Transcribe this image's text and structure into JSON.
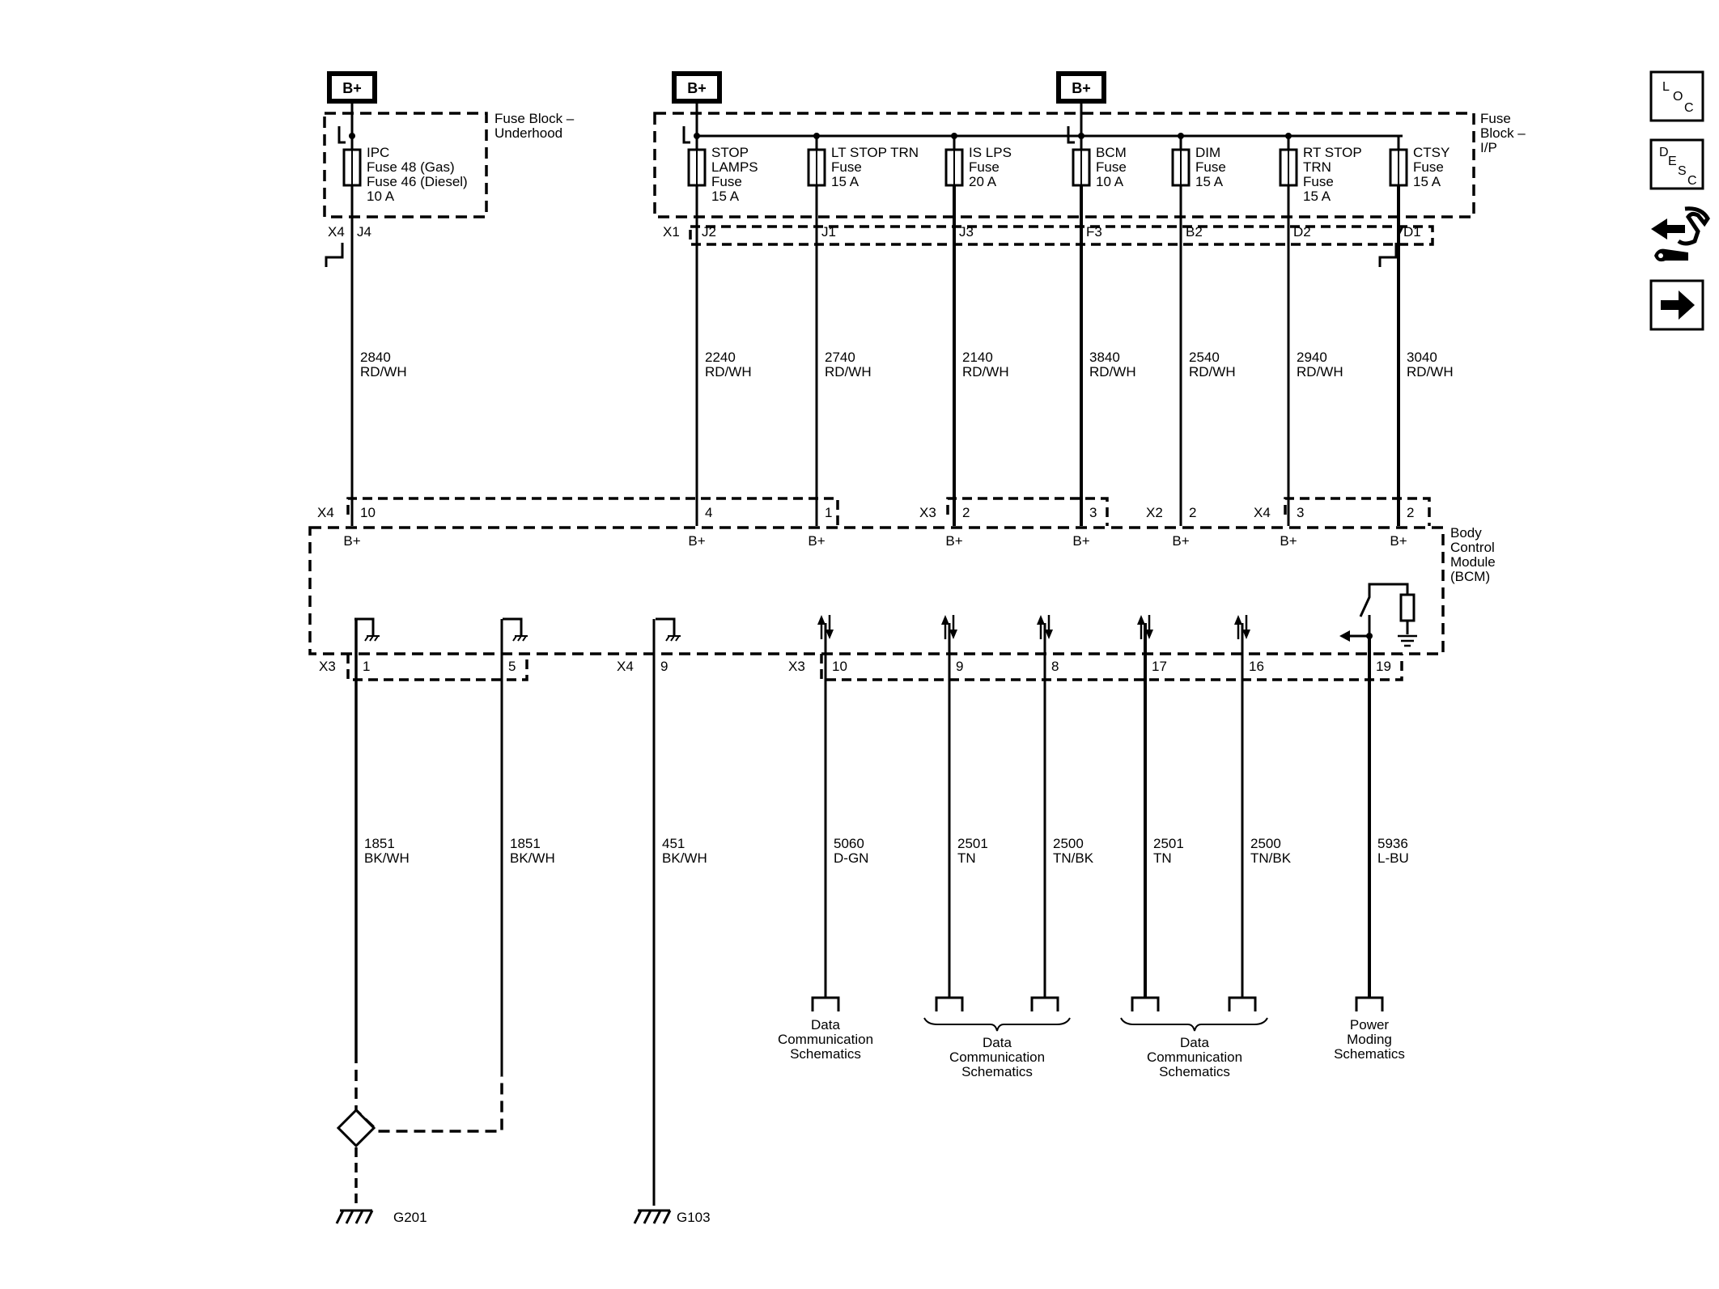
{
  "bplus": "B+",
  "fuse_block_underhood": [
    "Fuse Block –",
    "Underhood"
  ],
  "fuse_block_ip": [
    "Fuse",
    "Block –",
    "I/P"
  ],
  "fuses": [
    {
      "lines": [
        "IPC",
        "Fuse 48 (Gas)",
        "Fuse 46 (Diesel)",
        "10 A"
      ],
      "pin": "J4",
      "wire_num": "2840",
      "wire_color": "RD/WH",
      "bcm_conn": "X4",
      "bcm_pin": "10"
    },
    {
      "lines": [
        "STOP",
        "LAMPS",
        "Fuse",
        "15 A"
      ],
      "pin": "J2",
      "wire_num": "2240",
      "wire_color": "RD/WH",
      "bcm_conn": "",
      "bcm_pin": "4"
    },
    {
      "lines": [
        "LT STOP TRN",
        "Fuse",
        "15 A"
      ],
      "pin": "J1",
      "wire_num": "2740",
      "wire_color": "RD/WH",
      "bcm_conn": "",
      "bcm_pin": "1"
    },
    {
      "lines": [
        "IS LPS",
        "Fuse",
        "20 A"
      ],
      "pin": "J3",
      "wire_num": "2140",
      "wire_color": "RD/WH",
      "bcm_conn": "X3",
      "bcm_pin": "2"
    },
    {
      "lines": [
        "BCM",
        "Fuse",
        "10 A"
      ],
      "pin": "F3",
      "wire_num": "3840",
      "wire_color": "RD/WH",
      "bcm_conn": "",
      "bcm_pin": "3"
    },
    {
      "lines": [
        "DIM",
        "Fuse",
        "15 A"
      ],
      "pin": "B2",
      "wire_num": "2540",
      "wire_color": "RD/WH",
      "bcm_conn": "X2",
      "bcm_pin": "2"
    },
    {
      "lines": [
        "RT STOP",
        "TRN",
        "Fuse",
        "15 A"
      ],
      "pin": "D2",
      "wire_num": "2940",
      "wire_color": "RD/WH",
      "bcm_conn": "X4",
      "bcm_pin": "3"
    },
    {
      "lines": [
        "CTSY",
        "Fuse",
        "15 A"
      ],
      "pin": "D1",
      "wire_num": "3040",
      "wire_color": "RD/WH",
      "bcm_conn": "",
      "bcm_pin": "2"
    }
  ],
  "fuse_conn_x4": "X4",
  "fuse_conn_x1": "X1",
  "bcm_label": [
    "Body",
    "Control",
    "Module",
    "(BCM)"
  ],
  "bottom_pins": [
    {
      "conn": "X3",
      "pin": "1",
      "wire_num": "1851",
      "wire_color": "BK/WH"
    },
    {
      "conn": "",
      "pin": "5",
      "wire_num": "1851",
      "wire_color": "BK/WH"
    },
    {
      "conn": "X4",
      "pin": "9",
      "wire_num": "451",
      "wire_color": "BK/WH"
    },
    {
      "conn": "X3",
      "pin": "10",
      "wire_num": "5060",
      "wire_color": "D-GN"
    },
    {
      "conn": "",
      "pin": "9",
      "wire_num": "2501",
      "wire_color": "TN"
    },
    {
      "conn": "",
      "pin": "8",
      "wire_num": "2500",
      "wire_color": "TN/BK"
    },
    {
      "conn": "",
      "pin": "17",
      "wire_num": "2501",
      "wire_color": "TN"
    },
    {
      "conn": "",
      "pin": "16",
      "wire_num": "2500",
      "wire_color": "TN/BK"
    },
    {
      "conn": "",
      "pin": "19",
      "wire_num": "5936",
      "wire_color": "L-BU"
    }
  ],
  "refs": {
    "data1": [
      "Data",
      "Communication",
      "Schematics"
    ],
    "data2": [
      "Data",
      "Communication",
      "Schematics"
    ],
    "data3": [
      "Data",
      "Communication",
      "Schematics"
    ],
    "power": [
      "Power",
      "Moding",
      "Schematics"
    ]
  },
  "grounds": [
    "G201",
    "G103"
  ],
  "nav": {
    "loc": [
      "L",
      "O",
      "C"
    ],
    "desc": [
      "D",
      "E",
      "S",
      "C"
    ]
  }
}
